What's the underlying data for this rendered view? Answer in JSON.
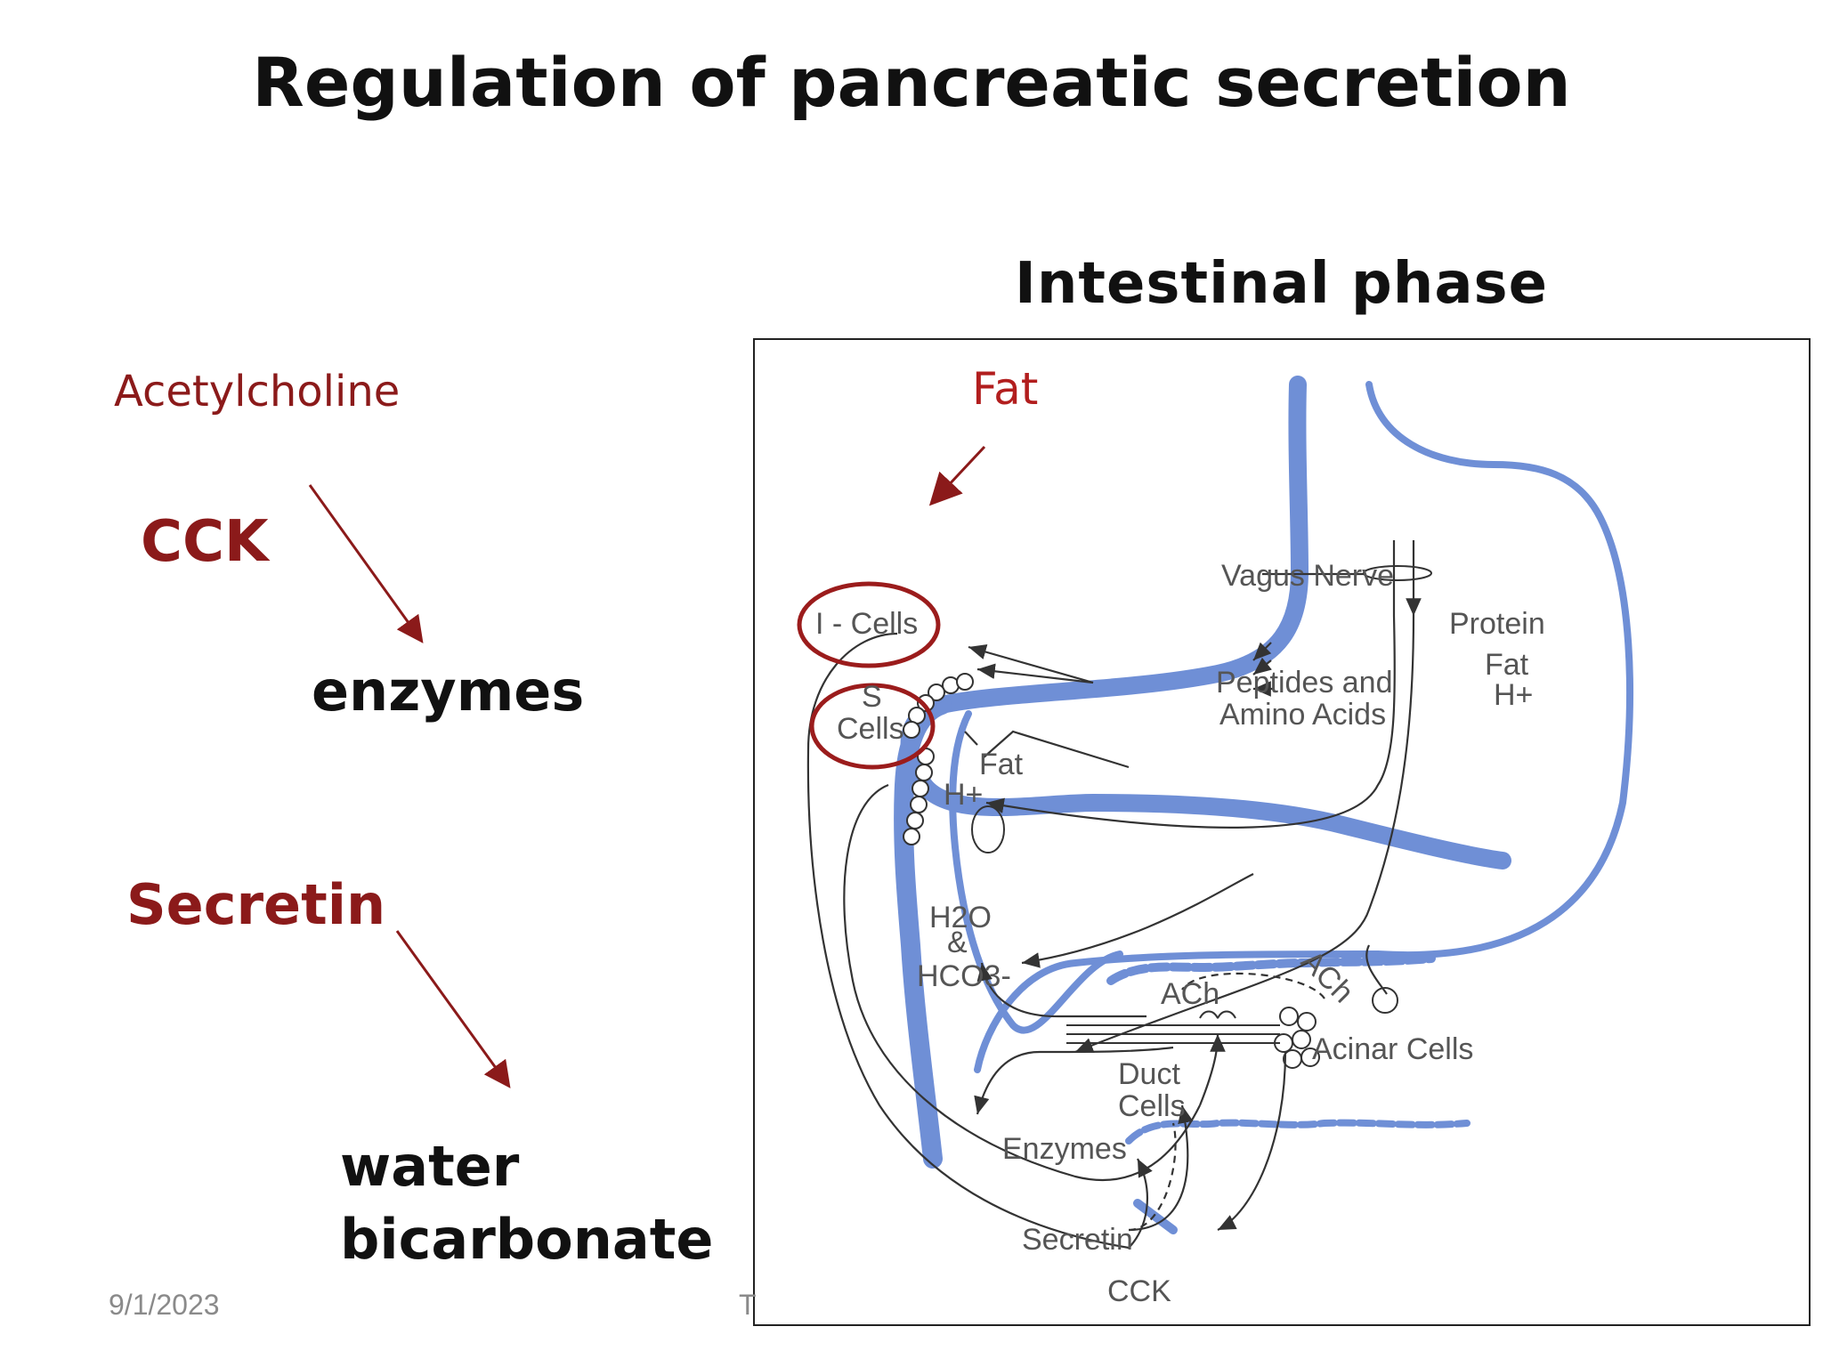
{
  "slide": {
    "title": "Regulation of pancreatic secretion",
    "date": "9/1/2023",
    "footer_fragment": "T"
  },
  "left_panel": {
    "acetylcholine": "Acetylcholine",
    "cck": "CCK",
    "enzymes": "enzymes",
    "secretin": "Secretin",
    "water": "water",
    "bicarbonate": "bicarbonate"
  },
  "diagram": {
    "phase_title": "Intestinal phase",
    "fat_annotation": "Fat",
    "labels": {
      "i_cells": "I - Cells",
      "s": "S",
      "cells": "Cells",
      "fat_small": "Fat",
      "h_plus_small": "H+",
      "vagus": "Vagus Nerve",
      "protein": "Protein",
      "fat_right": "Fat",
      "h_plus_right": "H+",
      "peptides": "Peptides and",
      "amino": "Amino Acids",
      "h2o": "H2O",
      "amp": "&",
      "hco3": "HCO3-",
      "ach1": "ACh",
      "ach2": "ACh",
      "duct": "Duct",
      "duct_cells": "Cells",
      "acinar": "Acinar Cells",
      "enzymes": "Enzymes",
      "secretin": "Secretin",
      "cck": "CCK"
    },
    "colors": {
      "gut_wall": "#6f8fd6",
      "circle": "#9b1c1c",
      "arrow_red": "#8b1a1a",
      "line": "#333333"
    }
  }
}
